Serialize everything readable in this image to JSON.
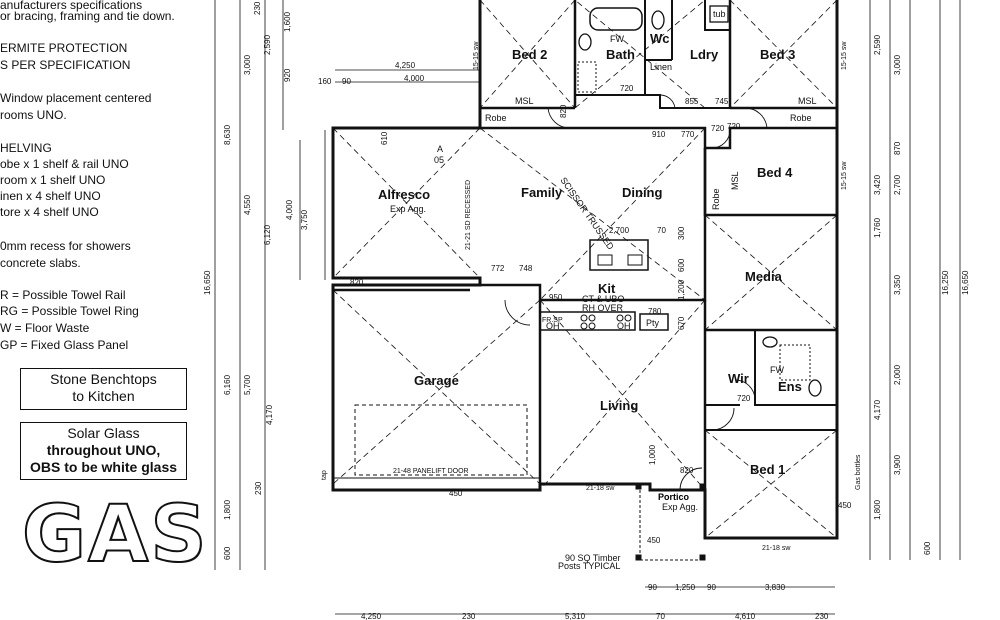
{
  "notes": {
    "lines": [
      "anufacturers specifications",
      "or bracing, framing and tie down.",
      "ERMITE PROTECTION",
      "S PER SPECIFICATION",
      "Window placement centered",
      "rooms UNO.",
      "HELVING",
      "obe x 1 shelf & rail UNO",
      "room x 1 shelf UNO",
      "inen x 4 shelf UNO",
      "tore x 4 shelf UNO",
      "0mm recess for showers",
      "concrete slabs.",
      "R = Possible Towel Rail",
      "RG = Possible Towel Ring",
      "W = Floor Waste",
      "GP = Fixed Glass Panel"
    ],
    "box1": [
      "Stone Benchtops",
      "to Kitchen"
    ],
    "box2": [
      "Solar Glass",
      "throughout UNO,",
      "OBS to be white glass"
    ],
    "gas": "GAS"
  },
  "rooms": {
    "bed2": "Bed 2",
    "bath": "Bath",
    "wc": "Wc",
    "ldry": "Ldry",
    "bed3": "Bed 3",
    "family": "Family",
    "dining": "Dining",
    "bed4": "Bed 4",
    "alfresco": "Alfresco",
    "kit": "Kit",
    "media": "Media",
    "garage": "Garage",
    "living": "Living",
    "wir": "Wir",
    "ens": "Ens",
    "bed1": "Bed 1",
    "portico": "Portico"
  },
  "labels": {
    "robe": "Robe",
    "msl": "MSL",
    "linen": "Linen",
    "fw": "FW",
    "tub": "tub",
    "exp_agg": "Exp Agg.",
    "scissor": "SCISSOR TRUSSED",
    "recessed": "21-21 SD RECESSED",
    "ct_ubo": "CT & UBO",
    "rh_over": "RH OVER",
    "oh": "OH",
    "pty": "Pty",
    "fr_sp": "FR.SP",
    "panelift": "21-48 PANELIFT DOOR",
    "sw_2118": "21-18 sw",
    "sw_1515": "15-15 sw",
    "timber": "90 SQ Timber",
    "posts": "Posts TYPICAL",
    "gas_bottles": "Gas bottles",
    "tap": "tap",
    "a05": "A",
    "a05b": "05"
  },
  "dims": {
    "top_4250": "4,250",
    "top_4000": "4,000",
    "top_160": "160",
    "top_90": "90",
    "d820": "820",
    "d720": "720",
    "d855": "855",
    "d745": "745",
    "d910": "910",
    "d770": "770",
    "d610": "610",
    "d2700": "2,700",
    "d70": "70",
    "d300": "300",
    "d772": "772",
    "d748": "748",
    "d950": "950",
    "d600": "600",
    "d1200": "1,200",
    "d670": "670",
    "d780": "780",
    "d1000": "1,000",
    "d450": "450",
    "d230": "230",
    "bot_4250": "4,250",
    "bot_230": "230",
    "bot_5310": "5,310",
    "bot_70": "70",
    "bot_4610": "4,610",
    "bot_230b": "230",
    "b2_90": "90",
    "b2_1250": "1,250",
    "b2_90b": "90",
    "b2_3830": "3,830",
    "left_3000": "3,000",
    "left_2590": "2,590",
    "left_1600": "1,600",
    "left_920": "920",
    "left_4550": "4,550",
    "left_6120": "6,120",
    "left_4000": "4,000",
    "left_3750": "3,750",
    "left_8630": "8,630",
    "left_16650": "16,650",
    "left_6160": "6,160",
    "left_5700": "5,700",
    "left_4170": "4,170",
    "left_1800": "1,800",
    "left_600": "600",
    "right_2590": "2,590",
    "right_3000": "3,000",
    "right_3420": "3,420",
    "right_2700": "2,700",
    "right_1760": "1,760",
    "right_870": "870",
    "right_3350": "3,350",
    "right_16250": "16,250",
    "right_16650": "16,650",
    "right_2000": "2,000",
    "right_4170": "4,170",
    "right_3900": "3,900",
    "right_1800": "1,800",
    "right_600": "600"
  }
}
